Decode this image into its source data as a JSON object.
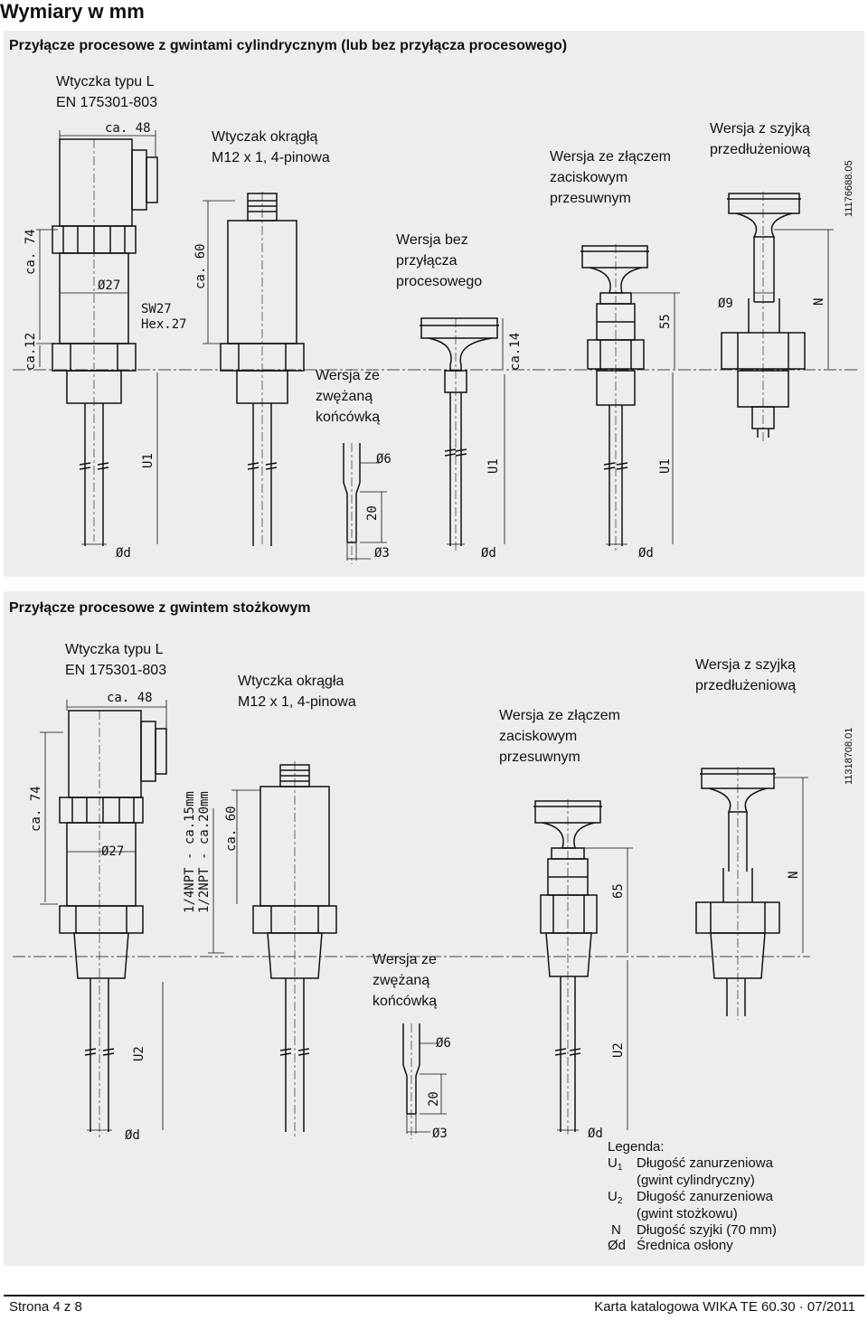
{
  "title": "Wymiary w mm",
  "section1": {
    "title": "Przyłącze procesowe z gwintami cylindrycznym  (lub bez przyłącza procesowego)",
    "code": "11176688.05",
    "labels": {
      "plug_l": "Wtyczka typu L\nEN 175301-803",
      "plug_round": "Wtyczak okrągłą\nM12 x 1, 4-pinowa",
      "no_connection": "Wersja bez\nprzyłącza\nprocesowego",
      "reduced_tip": "Wersja ze\nzwężaną\nkońcówką",
      "compression": "Wersja ze złączem\nzaciskowym\nprzesuwnym",
      "neck": "Wersja z szyjką\nprzedłużeniową"
    },
    "dims": {
      "ca48": "ca. 48",
      "ca74": "ca. 74",
      "ca12": "ca.12",
      "d27": "Ø27",
      "sw27": "SW27",
      "hex27": "Hex.27",
      "ca60": "ca. 60",
      "ca14": "ca.14",
      "u1": "U1",
      "d6": "Ø6",
      "n20": "20",
      "d3": "Ø3",
      "dd": "Ød",
      "n55": "55",
      "d9": "Ø9",
      "n": "N"
    }
  },
  "section2": {
    "title": "Przyłącze procesowe z gwintem stożkowym",
    "code": "11318708.01",
    "labels": {
      "plug_l": "Wtyczka typu L\nEN 175301-803",
      "plug_round": "Wtyczka okrągła\nM12 x 1, 4-pinowa",
      "reduced_tip": "Wersja ze\nzwężaną\nkońcówką",
      "compression": "Wersja ze złączem\nzaciskowym\nprzesuwnym",
      "neck": "Wersja z szyjką\nprzedłużeniową"
    },
    "dims": {
      "ca48": "ca. 48",
      "ca74": "ca. 74",
      "d27": "Ø27",
      "npt1": "1/4NPT - ca.15mm",
      "npt2": "1/2NPT - ca.20mm",
      "ca60": "ca. 60",
      "u2": "U2",
      "d6": "Ø6",
      "n20": "20",
      "d3": "Ø3",
      "dd": "Ød",
      "n65": "65",
      "n": "N"
    }
  },
  "legend": {
    "title": "Legenda:",
    "items": [
      {
        "key": "U",
        "sub": "1",
        "text": "Długość zanurzeniowa",
        "text2": "(gwint cylindryczny)"
      },
      {
        "key": "U",
        "sub": "2",
        "text": "Długość zanurzeniowa",
        "text2": "(gwint stożkowu)"
      },
      {
        "key": "N",
        "sub": "",
        "text": "Długość szyjki (70 mm)",
        "text2": ""
      },
      {
        "key": "Ød",
        "sub": "",
        "text": "Średnica osłony",
        "text2": ""
      }
    ]
  },
  "footer": {
    "left": "Strona 4 z 8",
    "right": "Karta katalogowa WIKA TE 60.30 · 07/2011"
  }
}
